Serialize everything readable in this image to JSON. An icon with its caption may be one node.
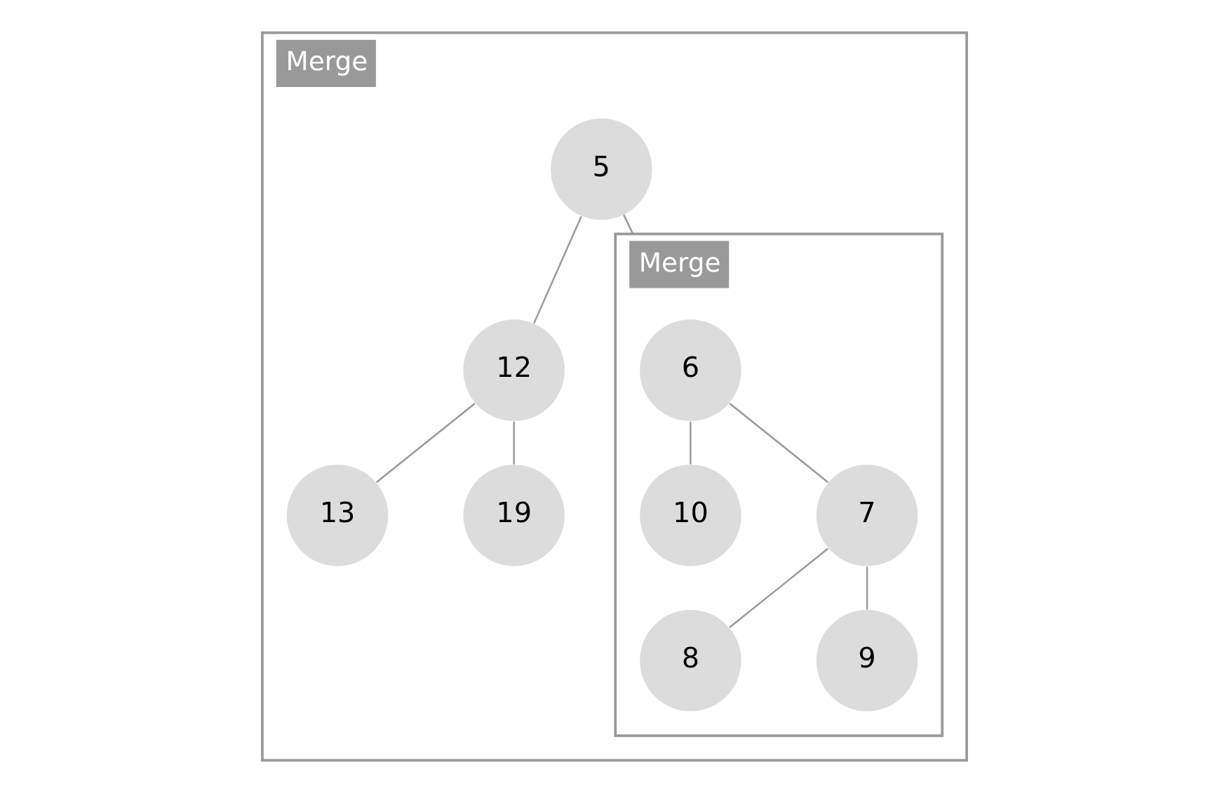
{
  "diagram": {
    "nodes": [
      {
        "text": [
          "Merge"
        ]
      },
      {
        "text": [
          "5"
        ],
        "in": 0
      },
      {
        "text": [
          "12"
        ],
        "in": 0
      },
      {
        "text": [
          "13"
        ],
        "in": 0
      },
      {
        "text": [
          "19"
        ],
        "in": 0
      },
      {
        "text": [
          "Merge"
        ],
        "in": 0
      },
      {
        "text": [
          "6"
        ],
        "in": 5
      },
      {
        "text": [
          "10"
        ],
        "in": 5
      },
      {
        "text": [
          "7"
        ],
        "in": 5
      },
      {
        "text": [
          "8"
        ],
        "in": 5
      },
      {
        "text": [
          "9"
        ],
        "in": 5
      }
    ],
    "edges": [
      {
        "from": 1,
        "to": 2,
        "arrow": "none"
      },
      {
        "from": 1,
        "to": 5,
        "arrow": "none"
      },
      {
        "from": 2,
        "to": 3,
        "arrow": "none"
      },
      {
        "from": 2,
        "to": 4,
        "arrow": "none"
      },
      {
        "from": 6,
        "to": 7,
        "arrow": "none"
      },
      {
        "from": 6,
        "to": 8,
        "arrow": "none"
      },
      {
        "from": 8,
        "to": 9,
        "arrow": "none"
      },
      {
        "from": 8,
        "to": 10,
        "arrow": "none"
      }
    ]
  }
}
